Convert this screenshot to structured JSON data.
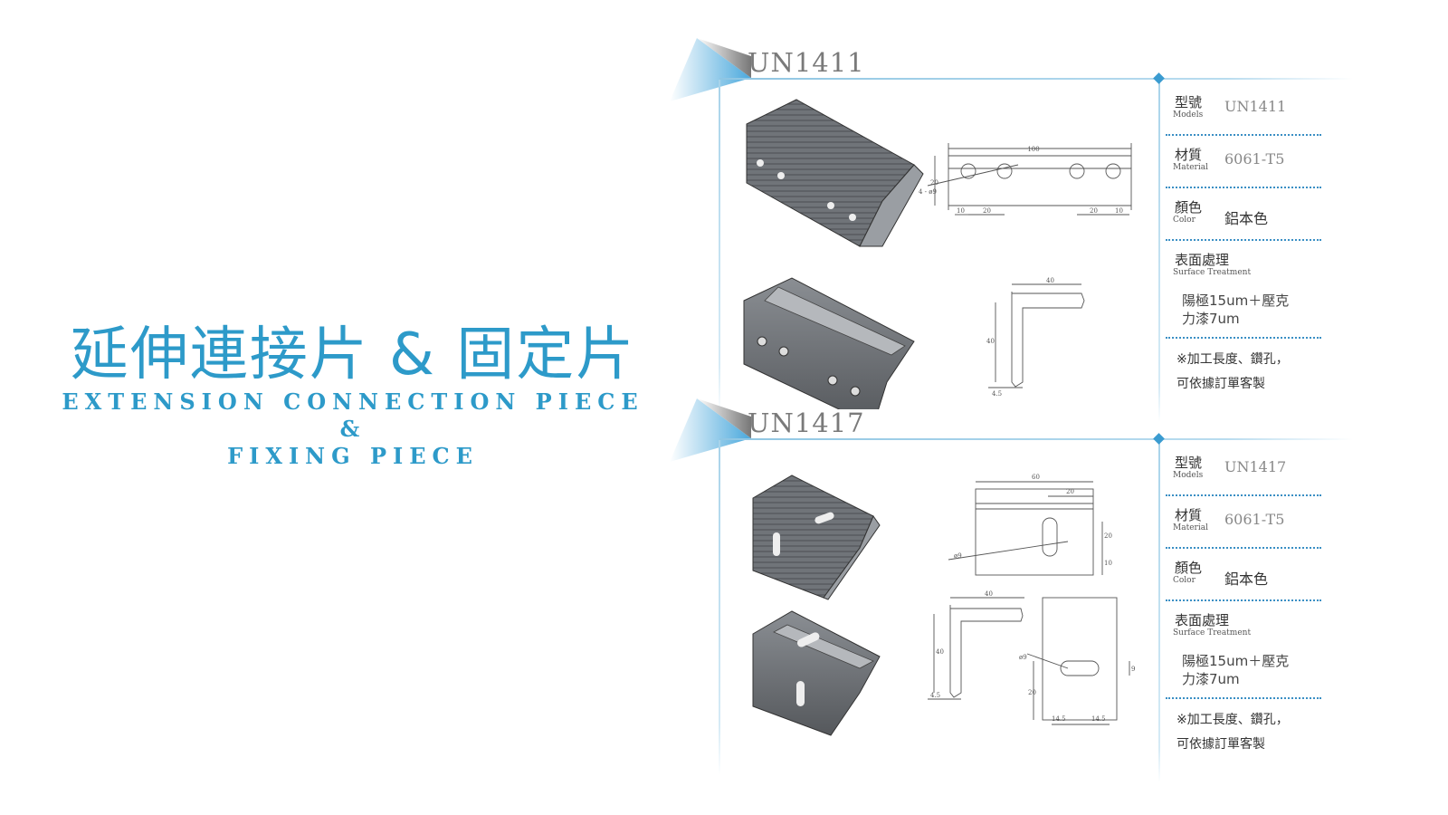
{
  "title": {
    "zh": "延伸連接片 & 固定片",
    "en_line1": "EXTENSION CONNECTION PIECE",
    "en_amp": "&",
    "en_line2": "FIXING PIECE"
  },
  "labels": {
    "model_zh": "型號",
    "model_en": "Models",
    "material_zh": "材質",
    "material_en": "Material",
    "color_zh": "顏色",
    "color_en": "Color",
    "surface_zh": "表面處理",
    "surface_en": "Surface Treatment"
  },
  "products": [
    {
      "model": "UN1411",
      "material": "6061-T5",
      "color": "鋁本色",
      "treatment_line1": "陽極15um＋壓克",
      "treatment_line2": "力漆7um",
      "note_line1": "※加工長度、鑽孔，",
      "note_line2": "可依據訂單客製",
      "dims": {
        "length": "100",
        "height": "20",
        "hole": "4 - ø9",
        "d10a": "10",
        "d20a": "20",
        "d20b": "20",
        "d10b": "10",
        "side40a": "40",
        "side40b": "40",
        "thick": "4.5"
      }
    },
    {
      "model": "UN1417",
      "material": "6061-T5",
      "color": "鋁本色",
      "treatment_line1": "陽極15um＋壓克",
      "treatment_line2": "力漆7um",
      "note_line1": "※加工長度、鑽孔，",
      "note_line2": "可依據訂單客製",
      "dims": {
        "length": "60",
        "slot_off": "20",
        "hole": "ø9",
        "h20": "20",
        "h10": "10",
        "side40a": "40",
        "side40b": "40",
        "thick": "4.5",
        "hole2": "ø9",
        "v20": "20",
        "w145a": "14.5",
        "w145b": "14.5",
        "slot_h": "9"
      }
    }
  ],
  "colors": {
    "accent": "#2d9ac9",
    "line": "#3a8fc4",
    "metal": "#6e7278"
  }
}
